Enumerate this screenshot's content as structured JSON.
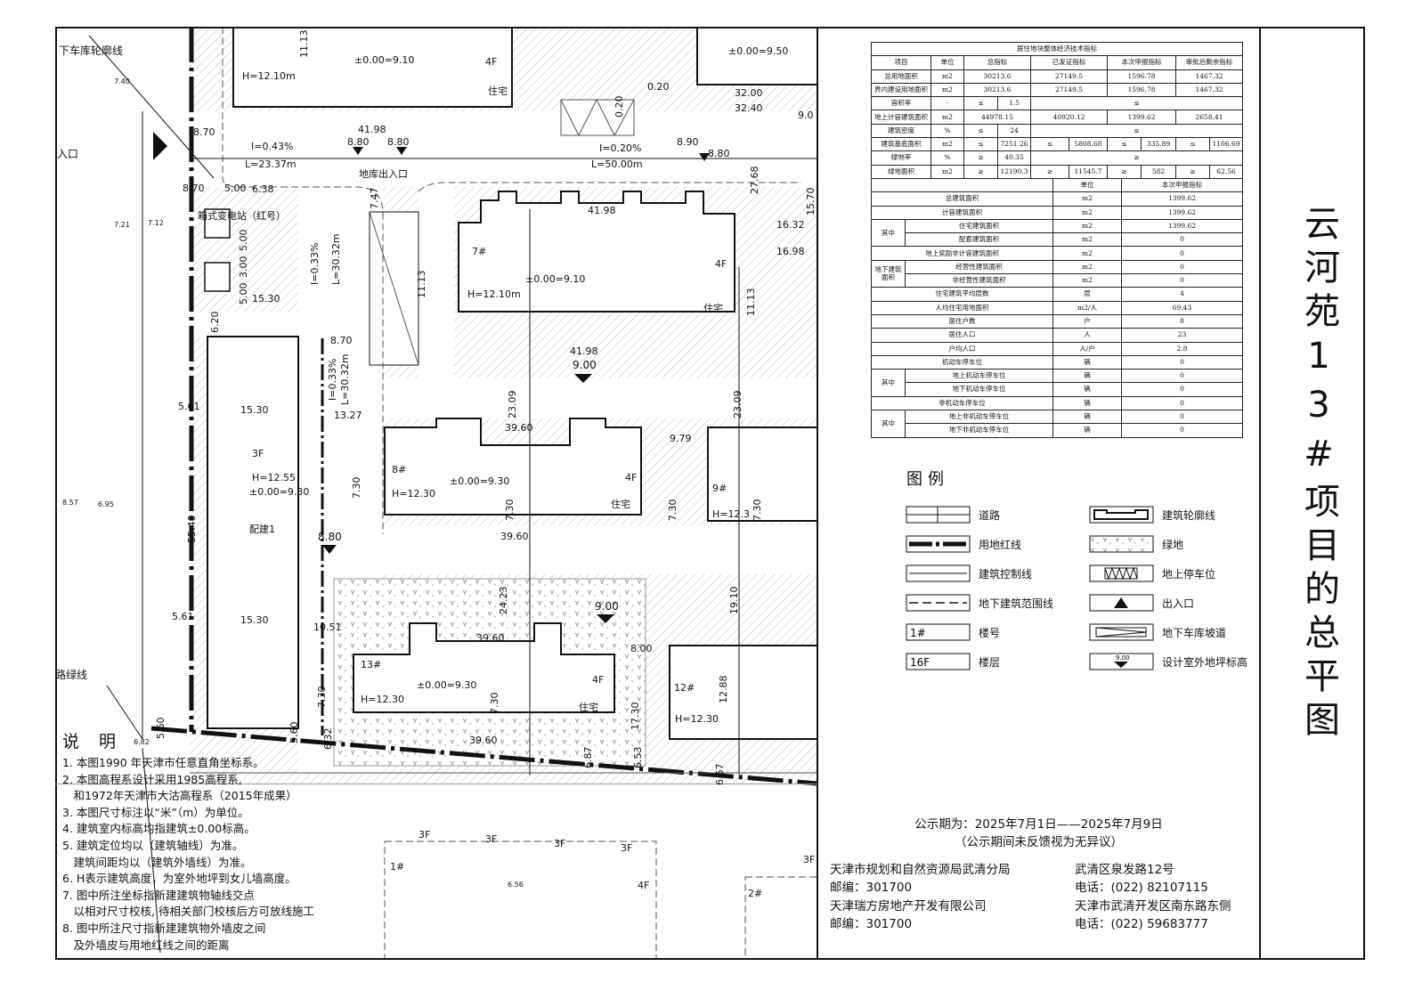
{
  "title": "云河苑13#项目的总平图",
  "table_main": {
    "title": "居住地块整体经济技术指标",
    "headers": [
      "项目",
      "单位",
      "总指标",
      "已发证指标",
      "本次申报指标",
      "审批后剩余指标"
    ],
    "rows": [
      {
        "item": "总用地面积",
        "unit": "m2",
        "total": "30213.6",
        "issued": "27149.5",
        "current": "1596.78",
        "remaining": "1467.32"
      },
      {
        "item": "界内建设用地面积",
        "unit": "m2",
        "total": "30213.6",
        "issued": "27149.5",
        "current": "1596.78",
        "remaining": "1467.32"
      },
      {
        "item": "容积率",
        "unit": "-",
        "total_op": "≤",
        "total": "1.5",
        "merged": "≤"
      },
      {
        "item": "地上计容建筑面积",
        "unit": "m2",
        "total": "44978.15",
        "issued": "40920.12",
        "current": "1399.62",
        "remaining": "2658.41"
      },
      {
        "item": "建筑密度",
        "unit": "%",
        "total_op": "≤",
        "total": "24",
        "merged": "≤"
      },
      {
        "item": "建筑基底面积",
        "unit": "m2",
        "total_op": "≤",
        "total": "7251.26",
        "issued_op": "≤",
        "issued": "5808.68",
        "current_op": "≤",
        "current": "335.89",
        "remaining_op": "≤",
        "remaining": "1106.69"
      },
      {
        "item": "绿地率",
        "unit": "%",
        "total_op": "≥",
        "total": "40.35",
        "merged": "≥"
      },
      {
        "item": "绿地面积",
        "unit": "m2",
        "total_op": "≥",
        "total": "12190.3",
        "issued_op": "≥",
        "issued": "11545.7",
        "current_op": "≥",
        "current": "582",
        "remaining_op": "≥",
        "remaining": "62.56"
      }
    ]
  },
  "table_detail": {
    "headers": [
      "单位",
      "本次申报指标"
    ],
    "rows": [
      {
        "label": "总建筑面积",
        "unit": "m2",
        "value": "1399.62"
      },
      {
        "group": "其中",
        "label": "住宅建筑面积",
        "unit": "m2",
        "value": "1399.62",
        "pre": {
          "label": "计容建筑面积",
          "unit": "m2",
          "value": "1399.62"
        }
      },
      {
        "label": "配套建筑面积",
        "unit": "m2",
        "value": "0"
      },
      {
        "label": "地上奖励非计容建筑面积",
        "unit": "m2",
        "value": "0"
      },
      {
        "group": "地下建筑面积",
        "label": "经营性建筑面积",
        "unit": "m2",
        "value": "0"
      },
      {
        "label": "非经营性建筑面积",
        "unit": "m2",
        "value": "0"
      },
      {
        "label": "住宅建筑平均层数",
        "unit": "层",
        "value": "4"
      },
      {
        "label": "人均住宅用地面积",
        "unit": "m2/人",
        "value": "69.43"
      },
      {
        "label": "居住户数",
        "unit": "户",
        "value": "8"
      },
      {
        "label": "居住人口",
        "unit": "人",
        "value": "23"
      },
      {
        "label": "户均人口",
        "unit": "人/户",
        "value": "2.8"
      },
      {
        "label": "机动车停车位",
        "unit": "辆",
        "value": "0"
      },
      {
        "group": "其中",
        "label": "地上机动车停车位",
        "unit": "辆",
        "value": "0"
      },
      {
        "label": "地下机动车停车位",
        "unit": "辆",
        "value": "0"
      },
      {
        "label": "非机动车停车位",
        "unit": "辆",
        "value": "0"
      },
      {
        "group": "其中",
        "label": "地上非机动车停车位",
        "unit": "辆",
        "value": "0"
      },
      {
        "label": "地下非机动车停车位",
        "unit": "辆",
        "value": "0"
      }
    ]
  },
  "legend": {
    "title": "图例",
    "items": [
      {
        "label": "道路",
        "icon": "road-icon"
      },
      {
        "label": "用地红线",
        "icon": "red-line-icon"
      },
      {
        "label": "建筑控制线",
        "icon": "control-line-icon"
      },
      {
        "label": "地下建筑范围线",
        "icon": "underground-line-icon"
      },
      {
        "label": "楼号",
        "icon": "building-number-icon",
        "text": "1#"
      },
      {
        "label": "楼层",
        "icon": "floor-icon",
        "text": "16F"
      },
      {
        "label": "建筑轮廓线",
        "icon": "building-outline-icon"
      },
      {
        "label": "绿地",
        "icon": "green-area-icon"
      },
      {
        "label": "地上停车位",
        "icon": "parking-icon"
      },
      {
        "label": "出入口",
        "icon": "entrance-icon"
      },
      {
        "label": "地下车库坡道",
        "icon": "ramp-icon"
      },
      {
        "label": "设计室外地坪标高",
        "icon": "elevation-icon",
        "text": "9.00"
      }
    ]
  },
  "notes": {
    "title": "说 明",
    "items": [
      "1. 本图1990 年天津市任意直角坐标系。",
      "2. 本图高程系设计采用1985高程系,",
      "　和1972年天津市大沽高程系（2015年成果）",
      "3. 本图尺寸标注以“米”（m）为单位。",
      "4. 建筑室内标高均指建筑±0.00标高。",
      "5. 建筑定位均以（建筑轴线）为准。",
      "　建筑间距均以（建筑外墙线）为准。",
      "6. H表示建筑高度，为室外地坪到女儿墙高度。",
      "7. 图中所注坐标指新建建筑物轴线交点",
      "　以相对尺寸校核, 待相关部门校核后方可放线施工",
      "8. 图中所注尺寸指新建建筑物外墙皮之间",
      "　及外墙皮与用地红线之间的距离"
    ]
  },
  "notice": {
    "period": "公示期为：2025年7月1日——2025年7月9日",
    "remark": "（公示期间未反馈视为无异议）"
  },
  "contacts": [
    {
      "org": "天津市规划和自然资源局武清分局",
      "postcode": "邮编：301700",
      "address": "武清区泉发路12号",
      "phone": "电话：(022) 82107115"
    },
    {
      "org": "天津瑞方房地产开发有限公司",
      "postcode": "邮编：301700",
      "address": "天津市武清开发区南东路东侧",
      "phone": "电话：(022) 59683777"
    }
  ],
  "site_plan": {
    "labels": [
      "下车库轮廓线",
      "入口",
      "路绿线",
      "7.40",
      "7.21",
      "7.12",
      "6.95",
      "8.57",
      "6.82",
      "7#",
      "±0.00=9.10",
      "H=12.10m",
      "4F",
      "住宅",
      "41.98",
      "41.98",
      "11.13",
      "9.00",
      "H=12.10m",
      "±0.00=9.10",
      "4F",
      "住宅",
      "11.13",
      "±0.00=9.50",
      "32.00",
      "32.40",
      "0.20",
      "0.20",
      "I=0.43%",
      "L=23.37m",
      "8.80",
      "8.80",
      "41.98",
      "I=0.20%",
      "L=50.00m",
      "8.90",
      "8.80",
      "27.68",
      "9.0",
      "地库出入口",
      "8.70",
      "8.70",
      "5.00",
      "6.38",
      "箱式变电站（红号）",
      "5.00",
      "3.00",
      "5.00",
      "6.20",
      "15.30",
      "I=0.33%",
      "L=30.32m",
      "7.47",
      "8.70",
      "I=0.33%",
      "L=30.32m",
      "13.27",
      "5.61",
      "15.30",
      "23.09",
      "23.09",
      "16.32",
      "16.98",
      "15.70",
      "11.13",
      "39.60",
      "8#",
      "±0.00=9.30",
      "H=12.30",
      "4F",
      "住宅",
      "7.30",
      "7.30",
      "39.60",
      "9.79",
      "7.30",
      "9#",
      "H=12.3",
      "7.30",
      "3F",
      "H=12.55",
      "±0.00=9.30",
      "配建1",
      "55.40",
      "8.80",
      "5.61",
      "15.30",
      "5.60",
      "5.60",
      "9.00",
      "24.23",
      "39.60",
      "10.51",
      "8.00",
      "13#",
      "±0.00=9.30",
      "4F",
      "H=12.30",
      "住宅",
      "7.30",
      "7.30",
      "17.30",
      "6.32",
      "39.60",
      "6.87",
      "6.53",
      "12#",
      "H=12.30",
      "12.88",
      "19.10",
      "6.67",
      "3F",
      "3F",
      "3F",
      "3F",
      "1#",
      "4F",
      "6.56",
      "2#",
      "3F"
    ]
  }
}
